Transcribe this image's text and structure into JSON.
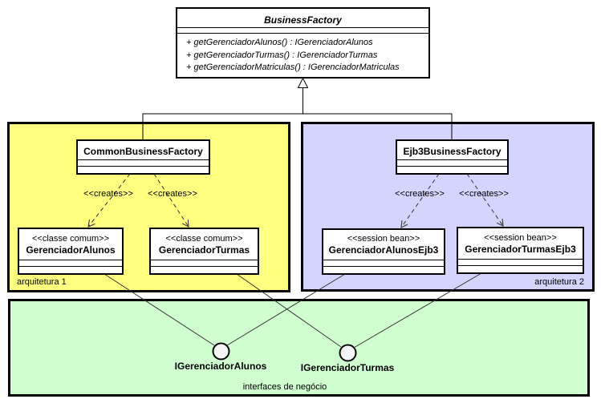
{
  "colors": {
    "arquitetura1_fill": "#FFFF80",
    "arquitetura2_fill": "#D4D4FF",
    "interfaces_fill": "#D0FFD0",
    "interface_circle_fill": "#F5F5F5",
    "line": "#000000"
  },
  "business_factory": {
    "name": "BusinessFactory",
    "is_abstract": true,
    "methods": [
      "+ getGerenciadorAlunos() : IGerenciadorAlunos",
      "+ getGerenciadorTurmas() : IGerenciadorTurmas",
      "+ getGerenciadorMatriculas() : IGerenciadorMatriculas"
    ]
  },
  "arquitetura1": {
    "label": "arquitetura 1",
    "factory": "CommonBusinessFactory",
    "creates_labels": [
      "<<creates>>",
      "<<creates>>"
    ],
    "classes": [
      {
        "stereotype": "<<classe comum>>",
        "name": "GerenciadorAlunos"
      },
      {
        "stereotype": "<<classe comum>>",
        "name": "GerenciadorTurmas"
      }
    ]
  },
  "arquitetura2": {
    "label": "arquitetura 2",
    "factory": "Ejb3BusinessFactory",
    "creates_labels": [
      "<<creates>>",
      "<<creates>>"
    ],
    "classes": [
      {
        "stereotype": "<<session bean>>",
        "name": "GerenciadorAlunosEjb3"
      },
      {
        "stereotype": "<<session bean>>",
        "name": "GerenciadorTurmasEjb3"
      }
    ]
  },
  "interfaces": {
    "label": "interfaces de negócio",
    "items": [
      "IGerenciadorAlunos",
      "IGerenciadorTurmas"
    ]
  }
}
